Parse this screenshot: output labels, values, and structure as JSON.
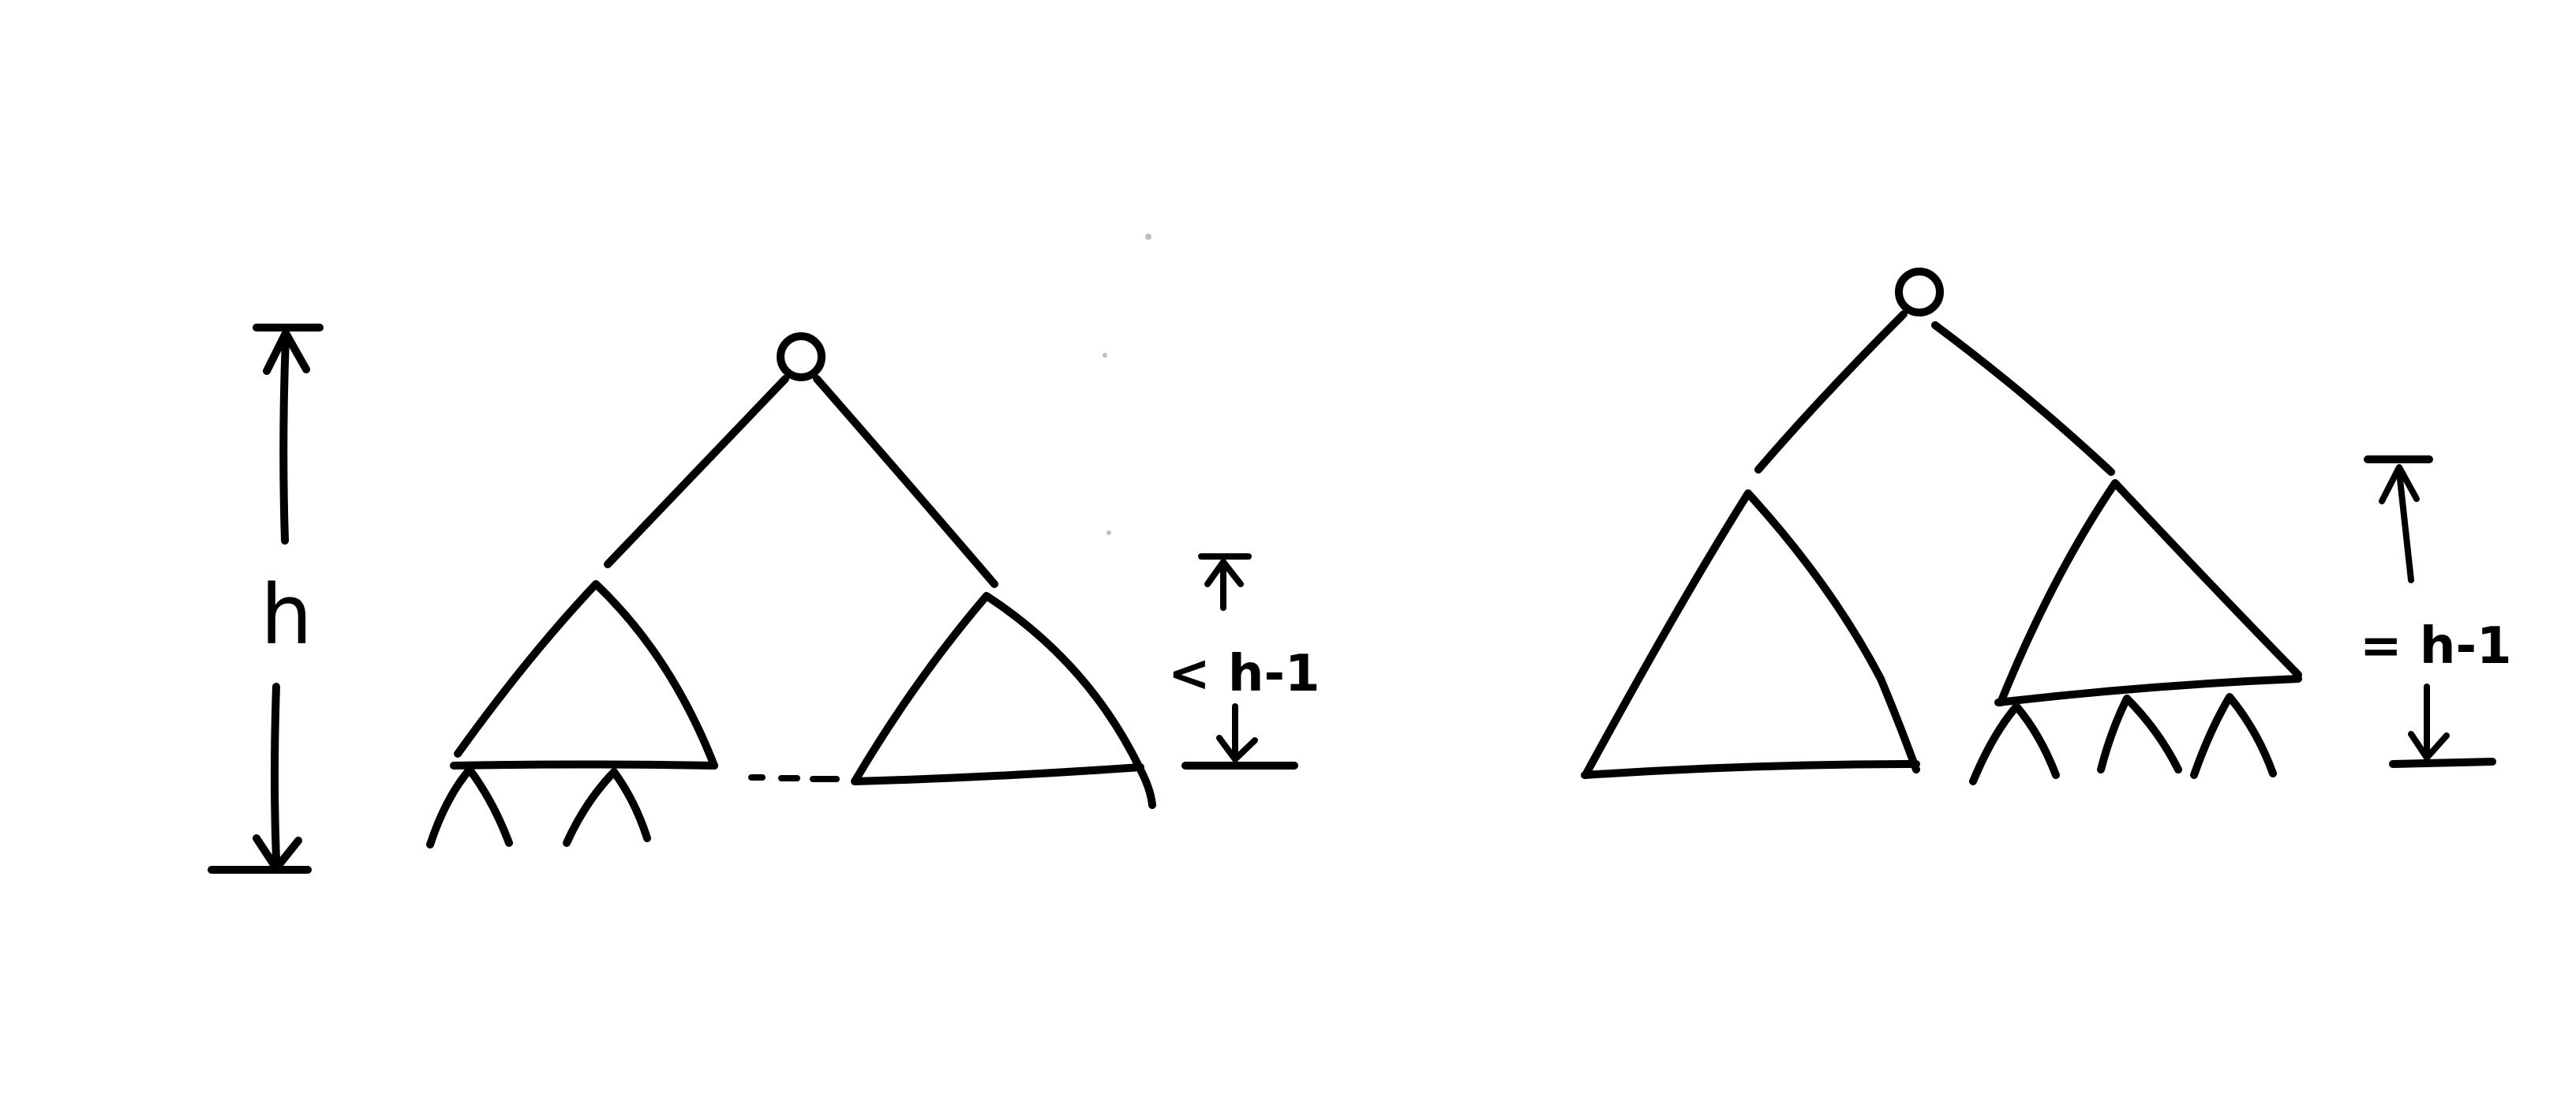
{
  "colors": {
    "background": "#ffffff",
    "ink": "#000000"
  },
  "left_diagram": {
    "height_label": "h",
    "subtree_height_label": "< h-1"
  },
  "right_diagram": {
    "subtree_height_label": "= h-1"
  }
}
